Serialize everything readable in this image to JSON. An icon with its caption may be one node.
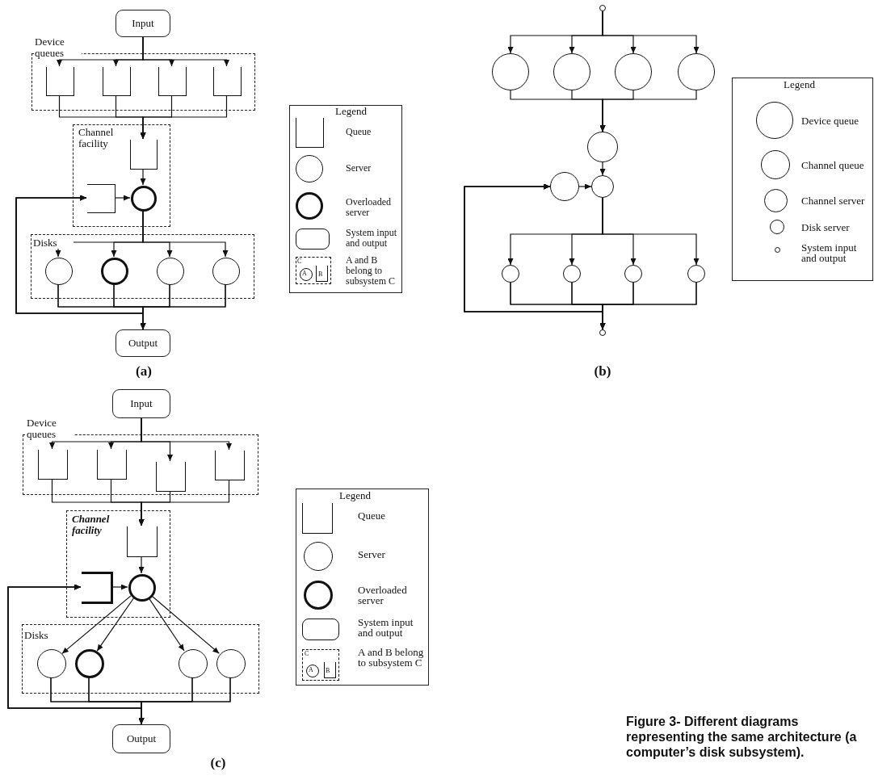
{
  "diagram": {
    "caption": "Figure 3- Different diagrams representing the same architecture (a computer’s disk subsystem).",
    "nodes": [
      {
        "text": [
          "Input"
        ]
      },
      {
        "text": [
          "Device queues"
        ]
      },
      {
        "text": [],
        "shape": "queue",
        "in": 1
      },
      {
        "text": [],
        "shape": "queue",
        "in": 1
      },
      {
        "text": [],
        "shape": "queue",
        "in": 1
      },
      {
        "text": [],
        "shape": "queue",
        "in": 1
      },
      {
        "text": [
          "Channel facility"
        ]
      },
      {
        "text": [],
        "shape": "queue",
        "in": 6
      },
      {
        "text": [],
        "shape": "queue",
        "in": 6
      },
      {
        "text": [],
        "shape": "circle",
        "in": 6
      },
      {
        "text": [
          "Disks"
        ]
      },
      {
        "text": [],
        "shape": "circle",
        "in": 10
      },
      {
        "text": [],
        "shape": "circle",
        "in": 10
      },
      {
        "text": [],
        "shape": "circle",
        "in": 10
      },
      {
        "text": [],
        "shape": "circle",
        "in": 10
      },
      {
        "text": [
          "Output"
        ]
      },
      {
        "text": [],
        "shape": "circle"
      },
      {
        "text": [],
        "shape": "circle"
      },
      {
        "text": [],
        "shape": "circle"
      },
      {
        "text": [],
        "shape": "circle"
      },
      {
        "text": [],
        "shape": "circle"
      },
      {
        "text": [],
        "shape": "circle"
      },
      {
        "text": [],
        "shape": "circle"
      },
      {
        "text": [],
        "shape": "circle"
      },
      {
        "text": [],
        "shape": "circle"
      },
      {
        "text": [],
        "shape": "circle"
      },
      {
        "text": [],
        "shape": "circle"
      },
      {
        "text": [],
        "shape": "circle"
      },
      {
        "text": [],
        "shape": "circle"
      },
      {
        "text": [
          "Input"
        ]
      },
      {
        "text": [
          "Device queues"
        ]
      },
      {
        "text": [],
        "shape": "queue",
        "in": 30
      },
      {
        "text": [],
        "shape": "queue",
        "in": 30
      },
      {
        "text": [],
        "shape": "queue",
        "in": 30
      },
      {
        "text": [],
        "shape": "queue",
        "in": 30
      },
      {
        "text": [
          "Channel facility"
        ]
      },
      {
        "text": [],
        "shape": "queue",
        "in": 35
      },
      {
        "text": [],
        "shape": "queue",
        "in": 35
      },
      {
        "text": [],
        "shape": "circle",
        "in": 35
      },
      {
        "text": [
          "Disks"
        ]
      },
      {
        "text": [],
        "shape": "circle",
        "in": 39
      },
      {
        "text": [],
        "shape": "circle",
        "in": 39
      },
      {
        "text": [],
        "shape": "circle",
        "in": 39
      },
      {
        "text": [],
        "shape": "circle",
        "in": 39
      },
      {
        "text": [
          "Output"
        ]
      }
    ],
    "edges": [
      {
        "from": 0,
        "to": 2,
        "arrow": "to"
      },
      {
        "from": 0,
        "to": 3,
        "arrow": "to"
      },
      {
        "from": 0,
        "to": 4,
        "arrow": "to"
      },
      {
        "from": 0,
        "to": 5,
        "arrow": "to"
      },
      {
        "from": 2,
        "to": 7,
        "arrow": "to"
      },
      {
        "from": 3,
        "to": 7,
        "arrow": "to"
      },
      {
        "from": 4,
        "to": 7,
        "arrow": "to"
      },
      {
        "from": 5,
        "to": 7,
        "arrow": "to"
      },
      {
        "from": 7,
        "to": 9,
        "arrow": "to"
      },
      {
        "from": 8,
        "to": 9,
        "arrow": "to"
      },
      {
        "from": 9,
        "to": 11,
        "arrow": "to"
      },
      {
        "from": 9,
        "to": 12,
        "arrow": "to"
      },
      {
        "from": 9,
        "to": 13,
        "arrow": "to"
      },
      {
        "from": 9,
        "to": 14,
        "arrow": "to"
      },
      {
        "from": 11,
        "to": 15,
        "arrow": "to"
      },
      {
        "from": 12,
        "to": 15,
        "arrow": "to"
      },
      {
        "from": 13,
        "to": 15,
        "arrow": "to"
      },
      {
        "from": 14,
        "to": 15,
        "arrow": "to"
      },
      {
        "from": 11,
        "to": 8,
        "arrow": "to"
      },
      {
        "from": 12,
        "to": 8,
        "arrow": "to"
      },
      {
        "from": 13,
        "to": 8,
        "arrow": "to"
      },
      {
        "from": 14,
        "to": 8,
        "arrow": "to"
      },
      {
        "from": 16,
        "to": 17,
        "arrow": "to"
      },
      {
        "from": 16,
        "to": 18,
        "arrow": "to"
      },
      {
        "from": 16,
        "to": 19,
        "arrow": "to"
      },
      {
        "from": 16,
        "to": 20,
        "arrow": "to"
      },
      {
        "from": 17,
        "to": 21,
        "arrow": "to"
      },
      {
        "from": 18,
        "to": 21,
        "arrow": "to"
      },
      {
        "from": 19,
        "to": 21,
        "arrow": "to"
      },
      {
        "from": 20,
        "to": 21,
        "arrow": "to"
      },
      {
        "from": 21,
        "to": 23,
        "arrow": "to"
      },
      {
        "from": 22,
        "to": 23,
        "arrow": "to"
      },
      {
        "from": 23,
        "to": 24,
        "arrow": "to"
      },
      {
        "from": 23,
        "to": 25,
        "arrow": "to"
      },
      {
        "from": 23,
        "to": 26,
        "arrow": "to"
      },
      {
        "from": 23,
        "to": 27,
        "arrow": "to"
      },
      {
        "from": 24,
        "to": 28,
        "arrow": "to"
      },
      {
        "from": 25,
        "to": 28,
        "arrow": "to"
      },
      {
        "from": 26,
        "to": 28,
        "arrow": "to"
      },
      {
        "from": 27,
        "to": 28,
        "arrow": "to"
      },
      {
        "from": 24,
        "to": 22,
        "arrow": "to"
      },
      {
        "from": 25,
        "to": 22,
        "arrow": "to"
      },
      {
        "from": 26,
        "to": 22,
        "arrow": "to"
      },
      {
        "from": 27,
        "to": 22,
        "arrow": "to"
      },
      {
        "from": 29,
        "to": 31,
        "arrow": "to"
      },
      {
        "from": 29,
        "to": 32,
        "arrow": "to"
      },
      {
        "from": 29,
        "to": 33,
        "arrow": "to"
      },
      {
        "from": 29,
        "to": 34,
        "arrow": "to"
      },
      {
        "from": 31,
        "to": 36,
        "arrow": "to"
      },
      {
        "from": 32,
        "to": 36,
        "arrow": "to"
      },
      {
        "from": 33,
        "to": 36,
        "arrow": "to"
      },
      {
        "from": 34,
        "to": 36,
        "arrow": "to"
      },
      {
        "from": 36,
        "to": 38,
        "arrow": "to"
      },
      {
        "from": 37,
        "to": 38,
        "arrow": "to"
      },
      {
        "from": 38,
        "to": 40,
        "arrow": "to"
      },
      {
        "from": 38,
        "to": 41,
        "arrow": "to"
      },
      {
        "from": 38,
        "to": 42,
        "arrow": "to"
      },
      {
        "from": 38,
        "to": 43,
        "arrow": "to"
      },
      {
        "from": 40,
        "to": 44,
        "arrow": "to"
      },
      {
        "from": 41,
        "to": 44,
        "arrow": "to"
      },
      {
        "from": 42,
        "to": 44,
        "arrow": "to"
      },
      {
        "from": 43,
        "to": 44,
        "arrow": "to"
      },
      {
        "from": 40,
        "to": 37,
        "arrow": "to"
      },
      {
        "from": 41,
        "to": 37,
        "arrow": "to"
      },
      {
        "from": 42,
        "to": 37,
        "arrow": "to"
      },
      {
        "from": 43,
        "to": 37,
        "arrow": "to"
      }
    ],
    "labels": [
      "Legend",
      "C",
      "A",
      "B",
      "Legend",
      "(a)",
      "(b)",
      "Legend",
      "C",
      "A",
      "B",
      "(c)"
    ],
    "legend": [
      {
        "text": "Queue"
      },
      {
        "text": "Server"
      },
      {
        "text": "Overloaded server"
      },
      {
        "text": "System input and output"
      },
      {
        "text": "A and B belong to subsystem C"
      },
      {
        "text": "Device queue"
      },
      {
        "text": "Channel queue"
      },
      {
        "text": "Channel server"
      },
      {
        "text": "Disk server"
      },
      {
        "text": "System input and output"
      },
      {
        "text": "Queue"
      },
      {
        "text": "Server"
      },
      {
        "text": "Overloaded server"
      },
      {
        "text": "System input and output"
      },
      {
        "text": "A and B belong to subsystem C"
      }
    ]
  }
}
